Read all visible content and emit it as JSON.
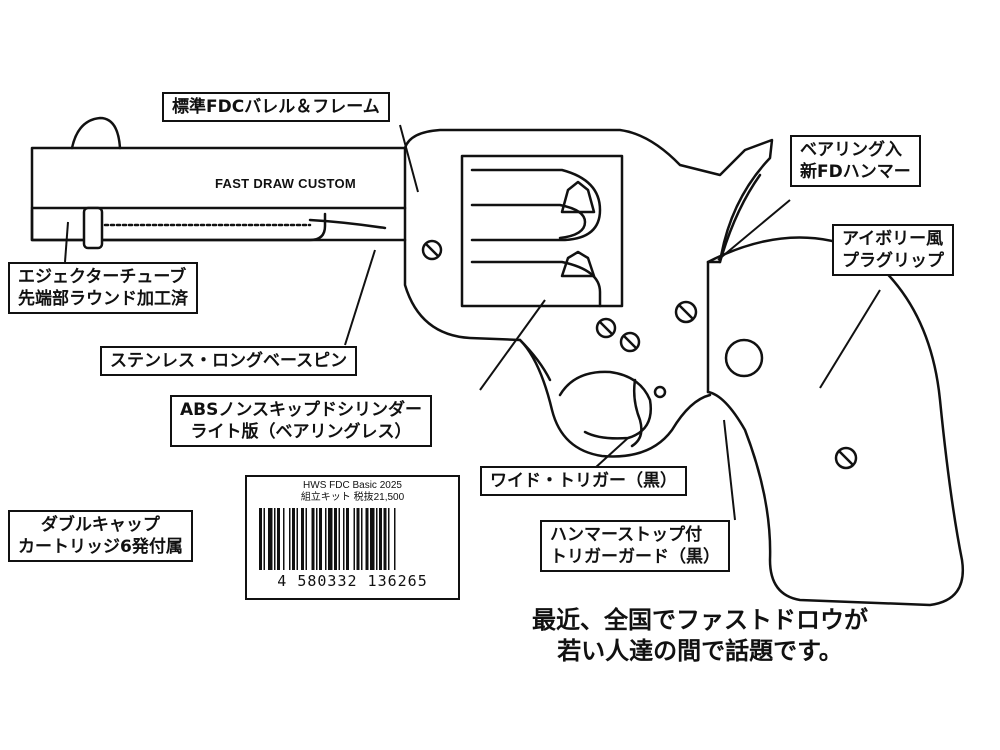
{
  "barrel_engraving": "FAST DRAW CUSTOM",
  "labels": {
    "barrel_frame": "標準FDCバレル＆フレーム",
    "hammer": [
      "ベアリング入",
      "新FDハンマー"
    ],
    "grip": [
      "アイボリー風",
      "プラグリップ"
    ],
    "ejector": [
      "エジェクターチューブ",
      "先端部ラウンド加工済"
    ],
    "base_pin": "ステンレス・ロングベースピン",
    "cylinder": [
      "ABSノンスキップドシリンダー",
      "ライト版（ベアリングレス）"
    ],
    "trigger": "ワイド・トリガー（黒）",
    "trigger_guard": [
      "ハンマーストップ付",
      "トリガーガード（黒）"
    ],
    "cartridge": [
      "ダブルキャップ",
      "カートリッジ6発付属"
    ]
  },
  "barcode": {
    "title": "HWS FDC Basic 2025",
    "subtitle": "組立キット 税抜21,500",
    "number": "4 580332 136265"
  },
  "caption": [
    "最近、全国でファストドロウが",
    "若い人達の間で話題です。"
  ]
}
